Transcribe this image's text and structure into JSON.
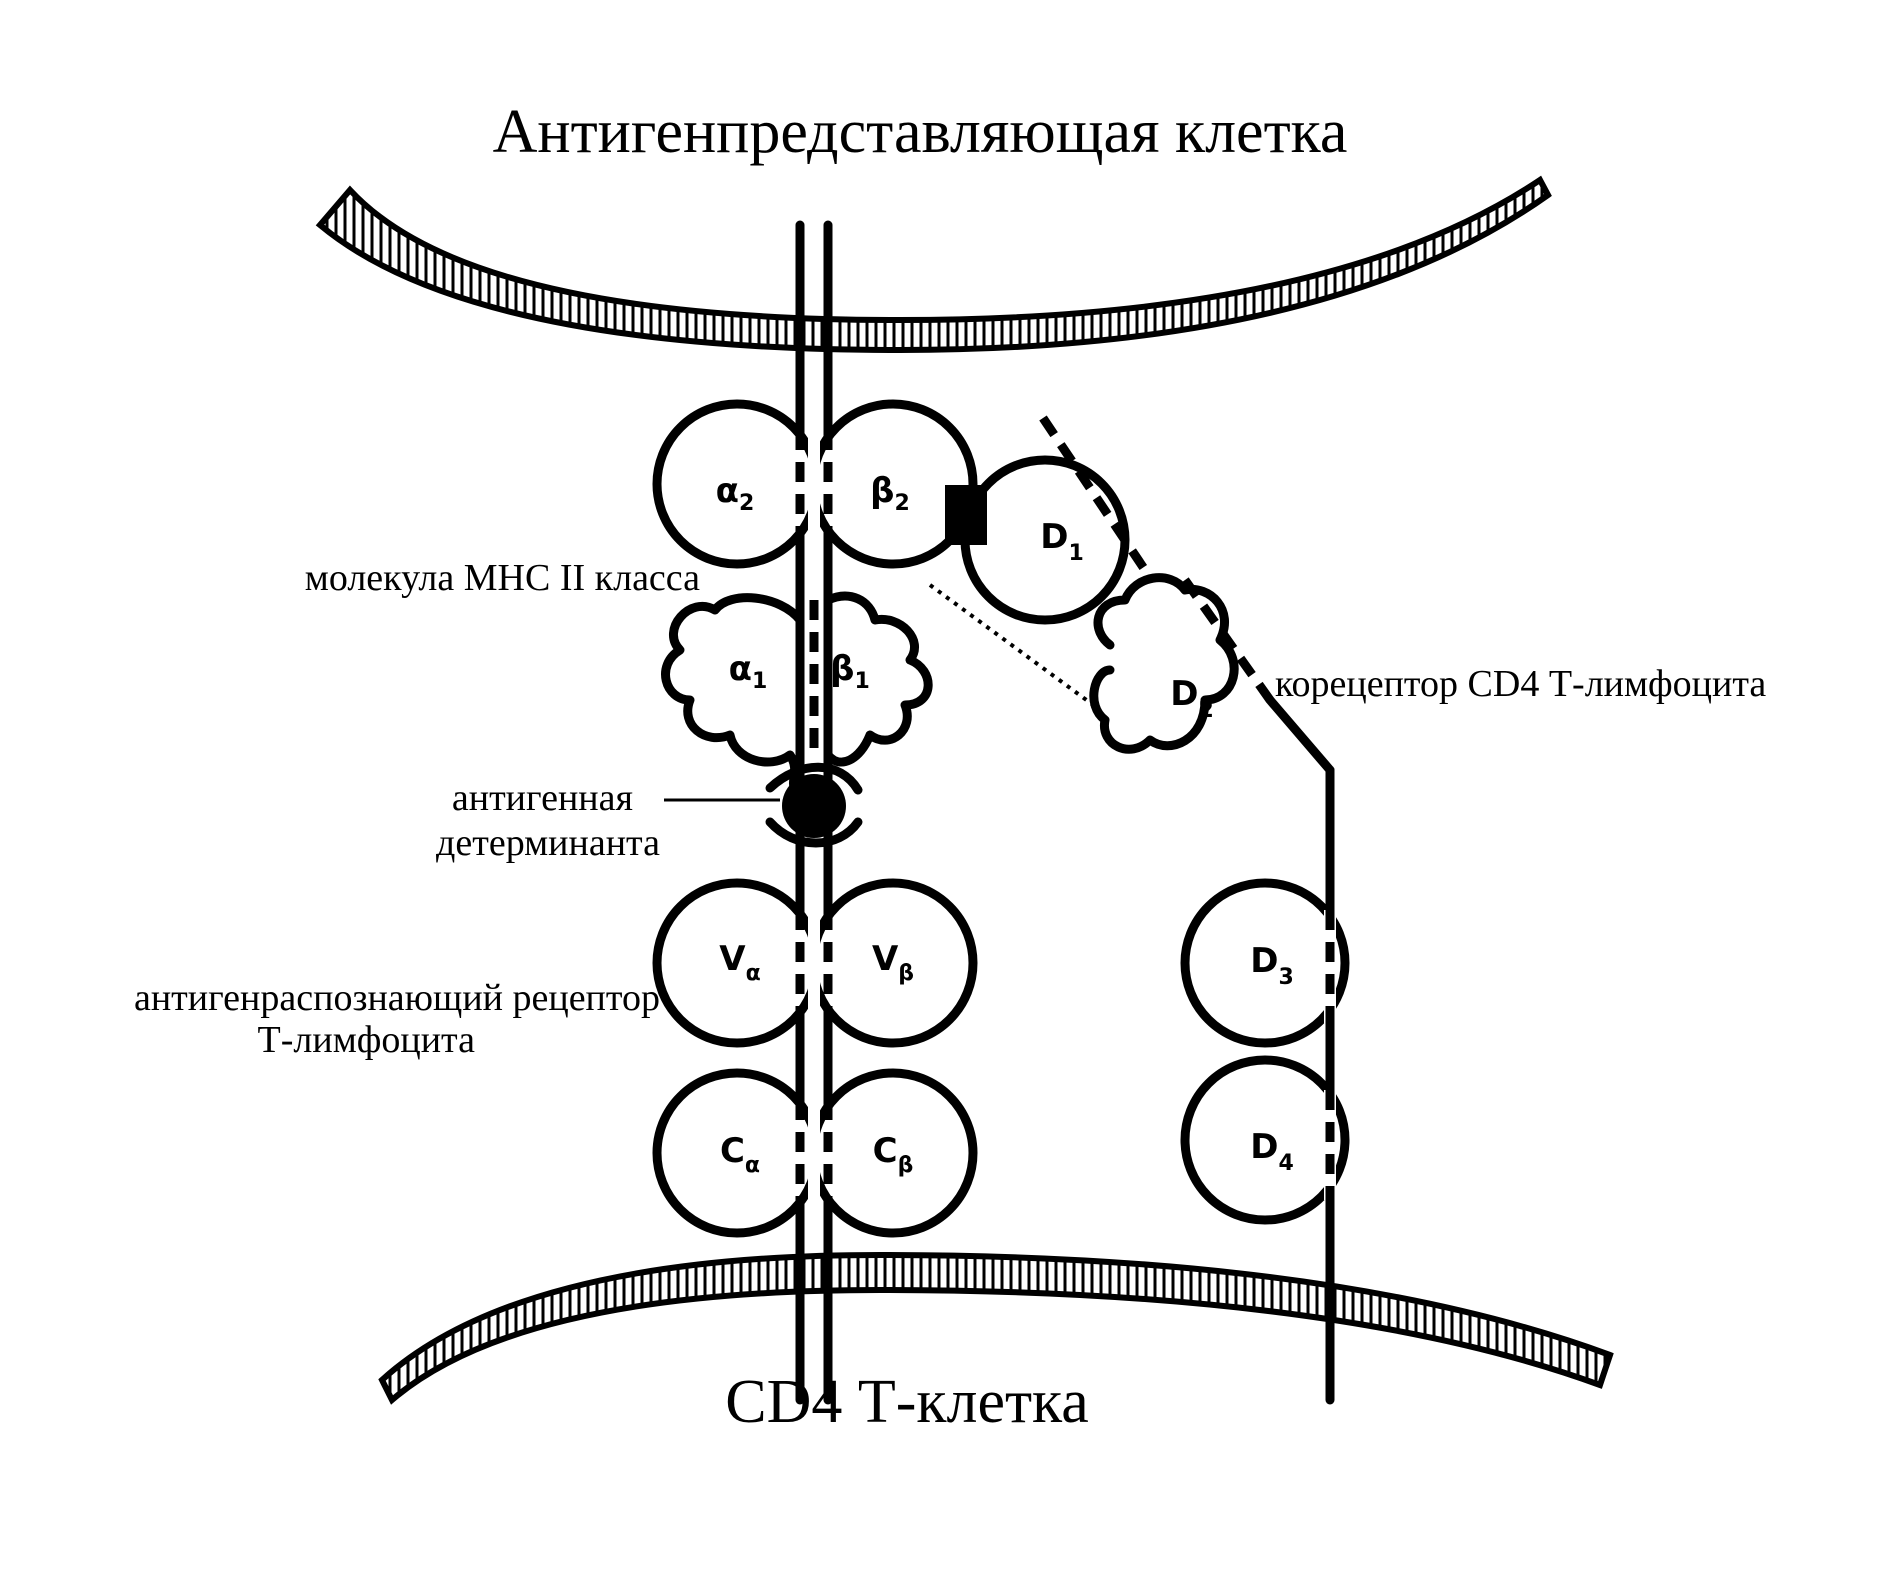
{
  "title": "Антигенпредставляющая клетка",
  "bottom_title": "CD4 Т-клетка",
  "labels": {
    "mhc": "молекула МНС II класса",
    "coreceptor": "корецептор CD4 Т-лимфоцита",
    "antigen_line1": "антигенная",
    "antigen_line2": "детерминанта",
    "tcr_line1": "антигенраспознающий рецептор",
    "tcr_line2": "Т-лимфоцита"
  },
  "domains": {
    "alpha2": {
      "main": "α",
      "sub": "2"
    },
    "beta2": {
      "main": "β",
      "sub": "2"
    },
    "alpha1": {
      "main": "α",
      "sub": "1"
    },
    "beta1": {
      "main": "β",
      "sub": "1"
    },
    "v_alpha": {
      "main": "V",
      "sub": "α"
    },
    "v_beta": {
      "main": "V",
      "sub": "β"
    },
    "c_alpha": {
      "main": "C",
      "sub": "α"
    },
    "c_beta": {
      "main": "C",
      "sub": "β"
    },
    "d1": {
      "main": "D",
      "sub": "1"
    },
    "d2": {
      "main": "D",
      "sub": "2"
    },
    "d3": {
      "main": "D",
      "sub": "3"
    },
    "d4": {
      "main": "D",
      "sub": "4"
    }
  }
}
